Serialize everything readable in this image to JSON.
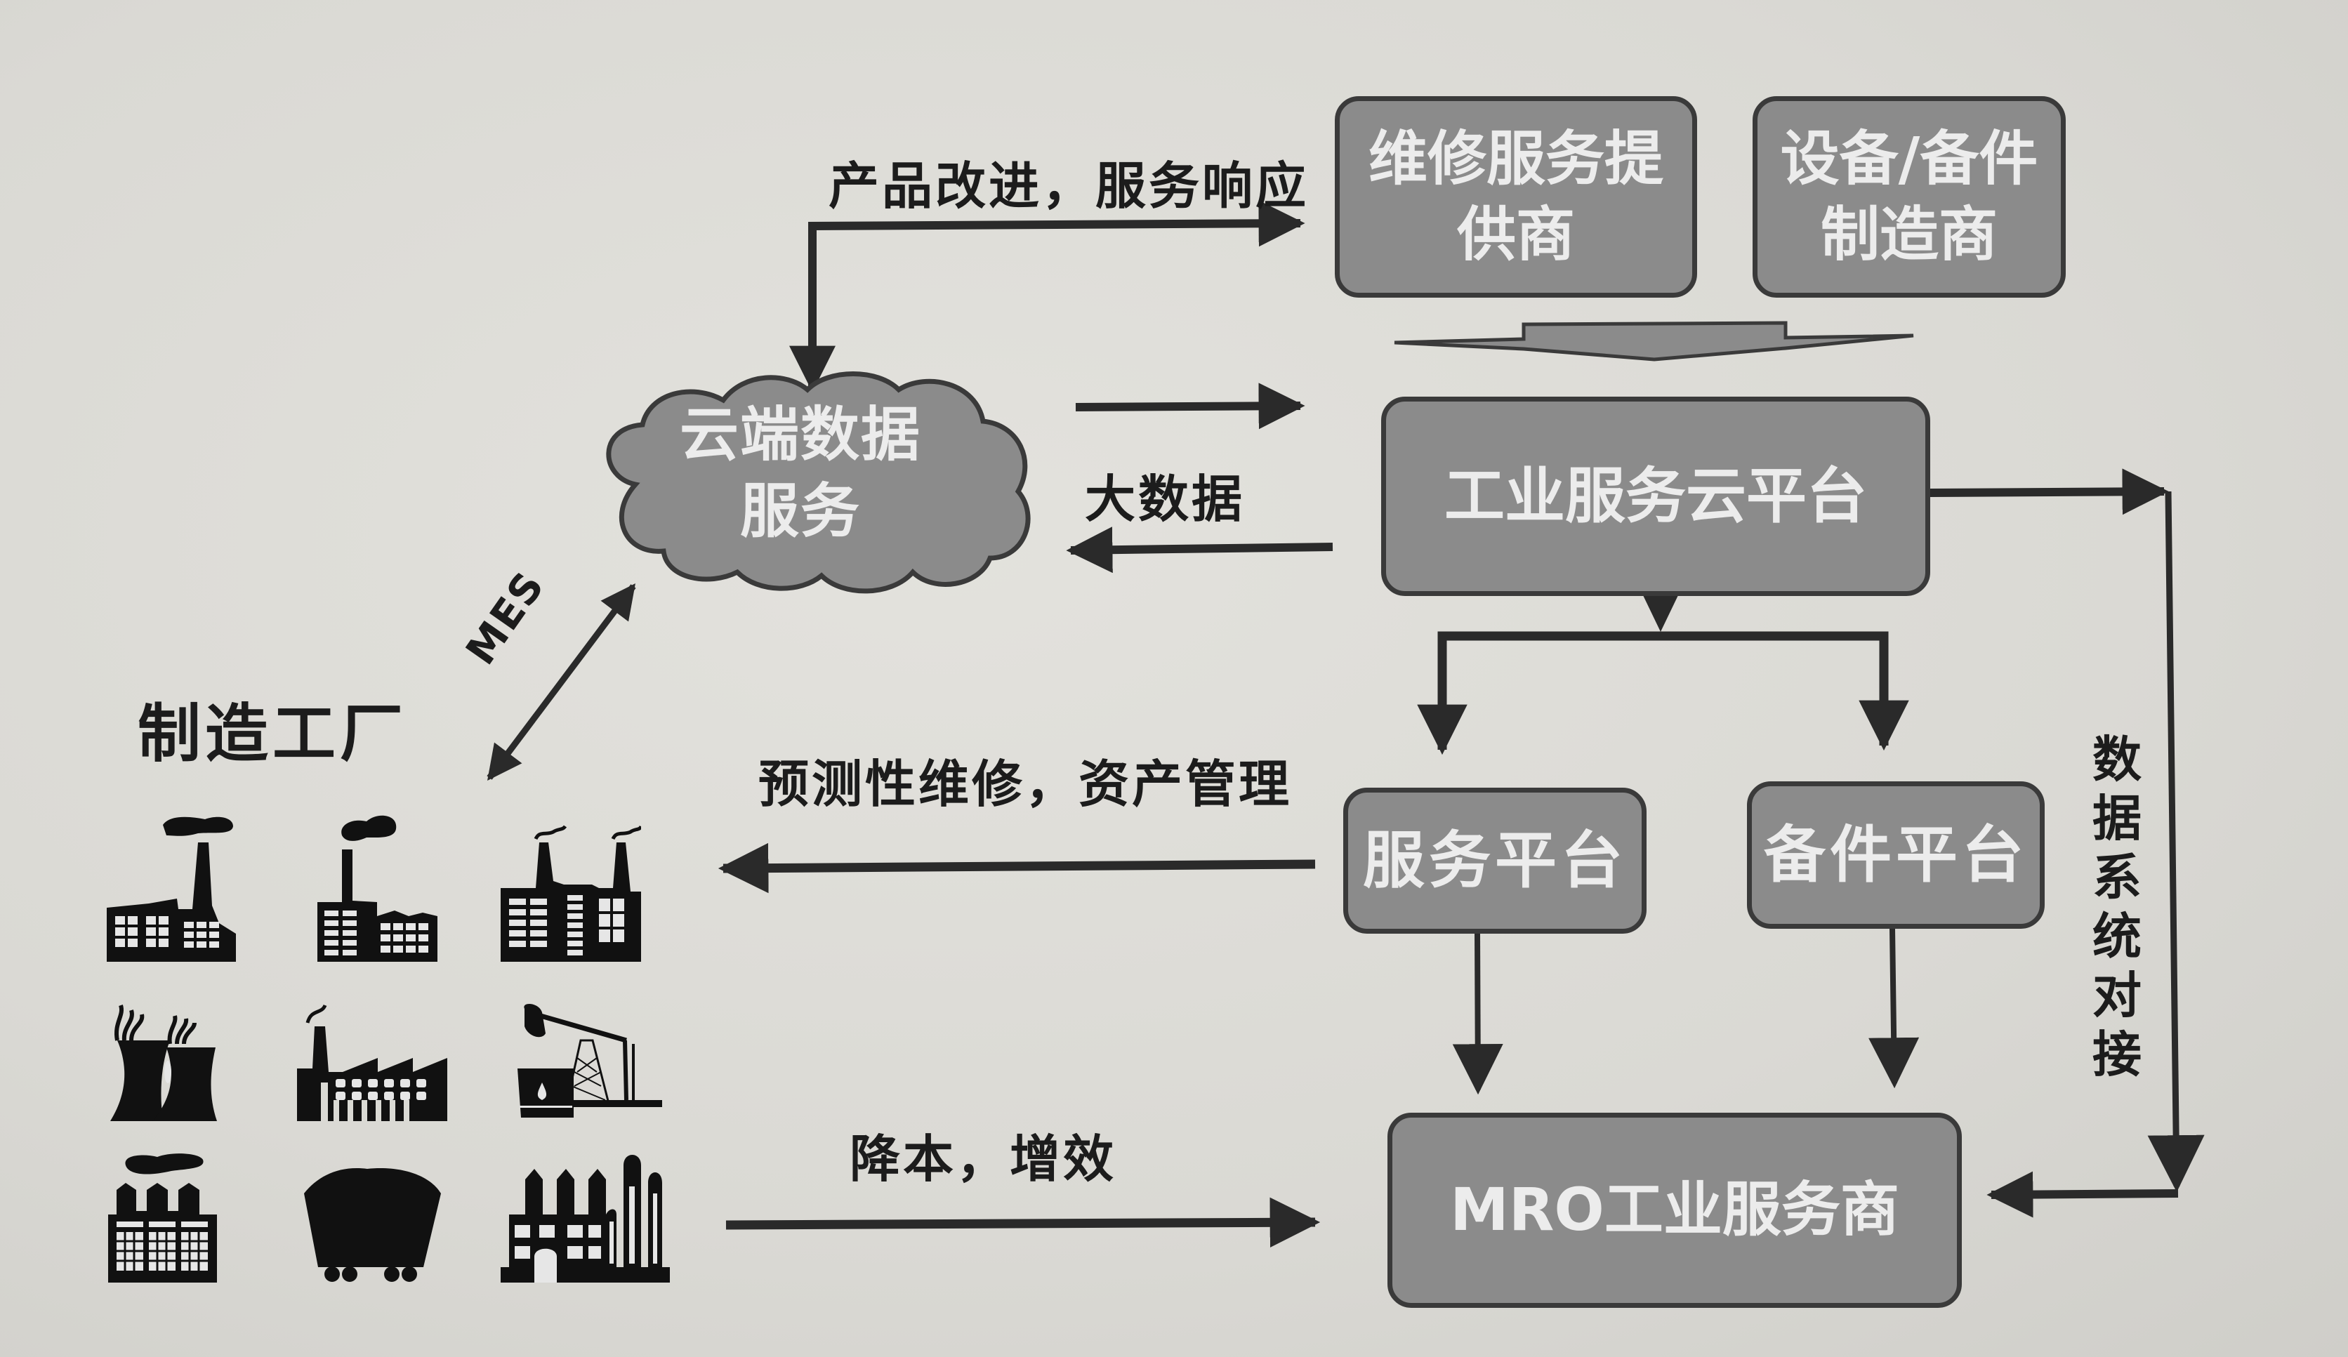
{
  "diagram": {
    "nodes": {
      "maintenance_provider": {
        "line1": "维修服务提",
        "line2": "供商"
      },
      "equipment_manufacturer": {
        "line1": "设备/备件",
        "line2": "制造商"
      },
      "industrial_cloud_platform": {
        "label": "工业服务云平台"
      },
      "cloud_data_service": {
        "line1": "云端数据",
        "line2": "服务"
      },
      "service_platform": {
        "label": "服务平台"
      },
      "parts_platform": {
        "label": "备件平台"
      },
      "mro_provider": {
        "label": "MRO工业服务商"
      },
      "factories": {
        "label": "制造工厂"
      }
    },
    "edge_labels": {
      "product_improvement": "产品改进，服务响应",
      "big_data": "大数据",
      "mes": "MES",
      "predictive_maintenance": "预测性维修，资产管理",
      "cost_efficiency": "降本，增效",
      "data_system_integration": "数据系统对接"
    },
    "factory_icons": [
      "factory-smoke-icon",
      "factory-small-smoke-icon",
      "twin-chimney-factory-icon",
      "cooling-tower-icon",
      "sawtooth-factory-icon",
      "oil-pumpjack-icon",
      "triple-chimney-factory-icon",
      "mine-cart-icon",
      "refinery-icon"
    ]
  }
}
